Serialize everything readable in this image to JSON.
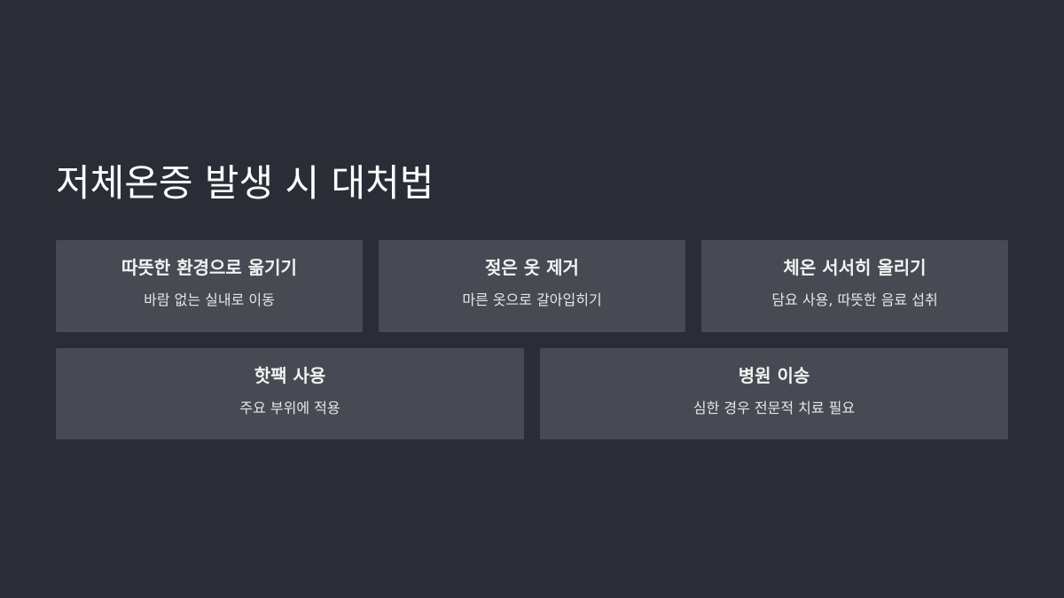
{
  "slide": {
    "title": "저체온증 발생 시 대처법",
    "cards_row1": [
      {
        "title": "따뜻한 환경으로 옮기기",
        "description": "바람 없는 실내로 이동"
      },
      {
        "title": "젖은 옷 제거",
        "description": "마른 옷으로 갈아입히기"
      },
      {
        "title": "체온 서서히 올리기",
        "description": "담요 사용, 따뜻한 음료 섭취"
      }
    ],
    "cards_row2": [
      {
        "title": "핫팩 사용",
        "description": "주요 부위에 적용"
      },
      {
        "title": "병원 이송",
        "description": "심한 경우 전문적 치료 필요"
      }
    ]
  },
  "colors": {
    "background": "#2a2d35",
    "card": "#474a53",
    "text": "#ffffff"
  }
}
